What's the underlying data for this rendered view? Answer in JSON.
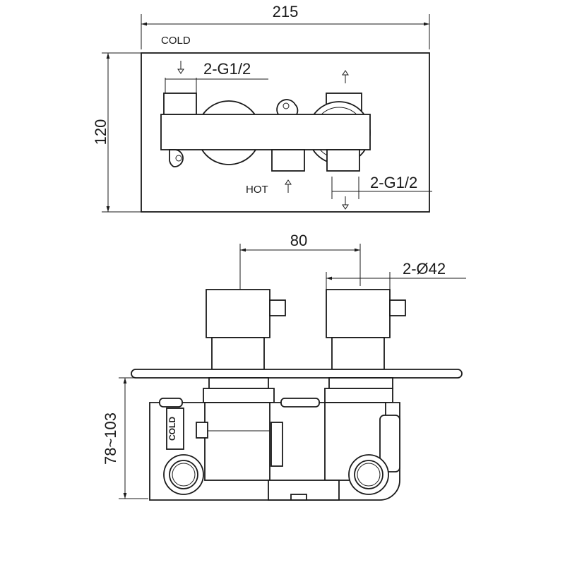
{
  "top_view": {
    "width_dim": "215",
    "height_dim": "120",
    "cold_label": "COLD",
    "hot_label": "HOT",
    "inlet_dim_left": "2-G1/2",
    "inlet_dim_right": "2-G1/2"
  },
  "front_view": {
    "spacing_dim": "80",
    "diameter_dim": "2-Ø42",
    "depth_dim": "78~103",
    "cold_stamp": "COLD"
  }
}
